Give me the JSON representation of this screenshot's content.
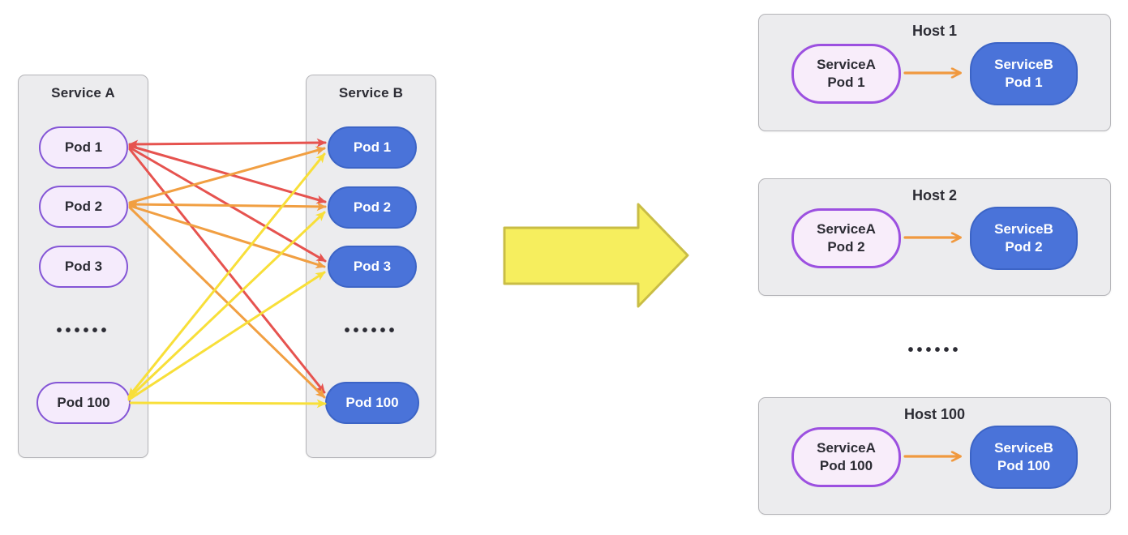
{
  "colors": {
    "red": "#e6534f",
    "orange": "#f19f42",
    "yellow": "#f8df39",
    "big-arrow-fill": "#f6ee5e",
    "big-arrow-stroke": "#c9bd45",
    "box-fill": "#ececee",
    "box-border": "#b4b4b8",
    "pod-a-fill": "#f5ebfc",
    "pod-a-border": "#8455d6",
    "pod-b-fill": "#4a73d9",
    "pod-b-border": "#3c64c6",
    "host-pod-a-fill": "#f8edfa",
    "host-pod-a-border": "#9c50e0",
    "host-arrow": "#f0993f",
    "text-dark": "#2c2c34",
    "text-light": "#ffffff"
  },
  "mesh": {
    "service_a": {
      "title": "Service A",
      "pods": [
        "Pod 1",
        "Pod 2",
        "Pod 3",
        "Pod 100"
      ],
      "dots": "••••••"
    },
    "service_b": {
      "title": "Service B",
      "pods": [
        "Pod 1",
        "Pod 2",
        "Pod 3",
        "Pod 100"
      ],
      "dots": "••••••"
    },
    "connection_colors_by_source": {
      "Pod 1": "red",
      "Pod 2": "orange",
      "Pod 100": "yellow"
    }
  },
  "hosts": {
    "dots": "••••••",
    "items": [
      {
        "title": "Host 1",
        "pod_a_line1": "ServiceA",
        "pod_a_line2": "Pod 1",
        "pod_b_line1": "ServiceB",
        "pod_b_line2": "Pod 1"
      },
      {
        "title": "Host 2",
        "pod_a_line1": "ServiceA",
        "pod_a_line2": "Pod 2",
        "pod_b_line1": "ServiceB",
        "pod_b_line2": "Pod 2"
      },
      {
        "title": "Host 100",
        "pod_a_line1": "ServiceA",
        "pod_a_line2": "Pod 100",
        "pod_b_line1": "ServiceB",
        "pod_b_line2": "Pod 100"
      }
    ]
  }
}
